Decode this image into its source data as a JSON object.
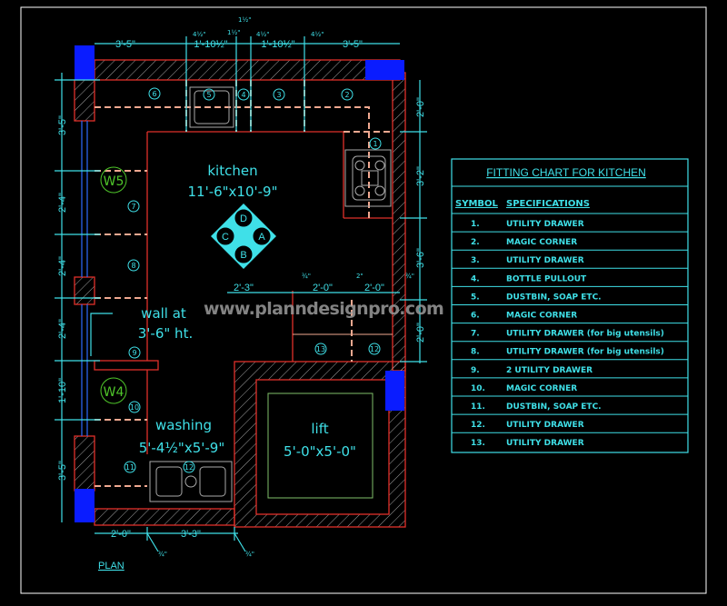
{
  "colors": {
    "background": "#000000",
    "wall": "#e0302a",
    "dimension": "#3fe0e8",
    "column": "#0a1cff",
    "counter": "#f0a890",
    "window_tag": "#4fc62a",
    "frame": "#ffffff"
  },
  "plan": {
    "title": "PLAN",
    "rooms": {
      "kitchen": {
        "name": "kitchen",
        "size": "11'-6\"x10'-9\""
      },
      "washing": {
        "name": "washing",
        "size": "5'-4½\"x5'-9\""
      },
      "lift": {
        "name": "lift",
        "size": "5'-0\"x5'-0\""
      }
    },
    "wall_note": {
      "line1": "wall at",
      "line2": "3'-6\" ht."
    },
    "windows": [
      "W5",
      "W4"
    ],
    "island_letters": [
      "D",
      "A",
      "B",
      "C"
    ],
    "dims_top": [
      "3'-5\"",
      "1'-10½\"",
      "1'-10½\"",
      "3'-5\""
    ],
    "dims_top_small": [
      "4½\"",
      "1½\"",
      "1½\"",
      "4½\"",
      "4½\""
    ],
    "dims_left": [
      "3'-5\"",
      "2'-4\"",
      "2'-4\"",
      "2'-4\"",
      "1'-10\"",
      "3'-5\""
    ],
    "dims_right": [
      "2'-0\"",
      "3'-2\"",
      "3'-6\"",
      "2'-0\""
    ],
    "dims_mid": [
      "2'-3\"",
      "2'-0\"",
      "2'-0\""
    ],
    "dims_mid_small": [
      "¾\"",
      "2\"",
      "¾\""
    ],
    "dims_bottom": [
      "2'-0\"",
      "3'-3\""
    ],
    "dims_bottom_small": [
      "¾\"",
      "¾\""
    ],
    "markers": [
      "6",
      "5",
      "4",
      "3",
      "2",
      "1",
      "7",
      "8",
      "9",
      "10",
      "11",
      "12",
      "13",
      "12"
    ]
  },
  "watermark": "www.planndesignpro.com",
  "fitting_chart": {
    "title": "FITTING CHART FOR KITCHEN",
    "headers": [
      "SYMBOL",
      "SPECIFICATIONS"
    ],
    "rows": [
      {
        "symbol": "1.",
        "spec": "UTILITY DRAWER"
      },
      {
        "symbol": "2.",
        "spec": "MAGIC CORNER"
      },
      {
        "symbol": "3.",
        "spec": "UTILITY DRAWER"
      },
      {
        "symbol": "4.",
        "spec": "BOTTLE PULLOUT"
      },
      {
        "symbol": "5.",
        "spec": "DUSTBIN, SOAP ETC."
      },
      {
        "symbol": "6.",
        "spec": "MAGIC CORNER"
      },
      {
        "symbol": "7.",
        "spec": "UTILITY DRAWER (for big utensils)"
      },
      {
        "symbol": "8.",
        "spec": "UTILITY DRAWER (for big utensils)"
      },
      {
        "symbol": "9.",
        "spec": "2 UTILITY DRAWER"
      },
      {
        "symbol": "10.",
        "spec": "MAGIC CORNER"
      },
      {
        "symbol": "11.",
        "spec": "DUSTBIN, SOAP ETC."
      },
      {
        "symbol": "12.",
        "spec": "UTILITY DRAWER"
      },
      {
        "symbol": "13.",
        "spec": "UTILITY DRAWER"
      }
    ]
  }
}
